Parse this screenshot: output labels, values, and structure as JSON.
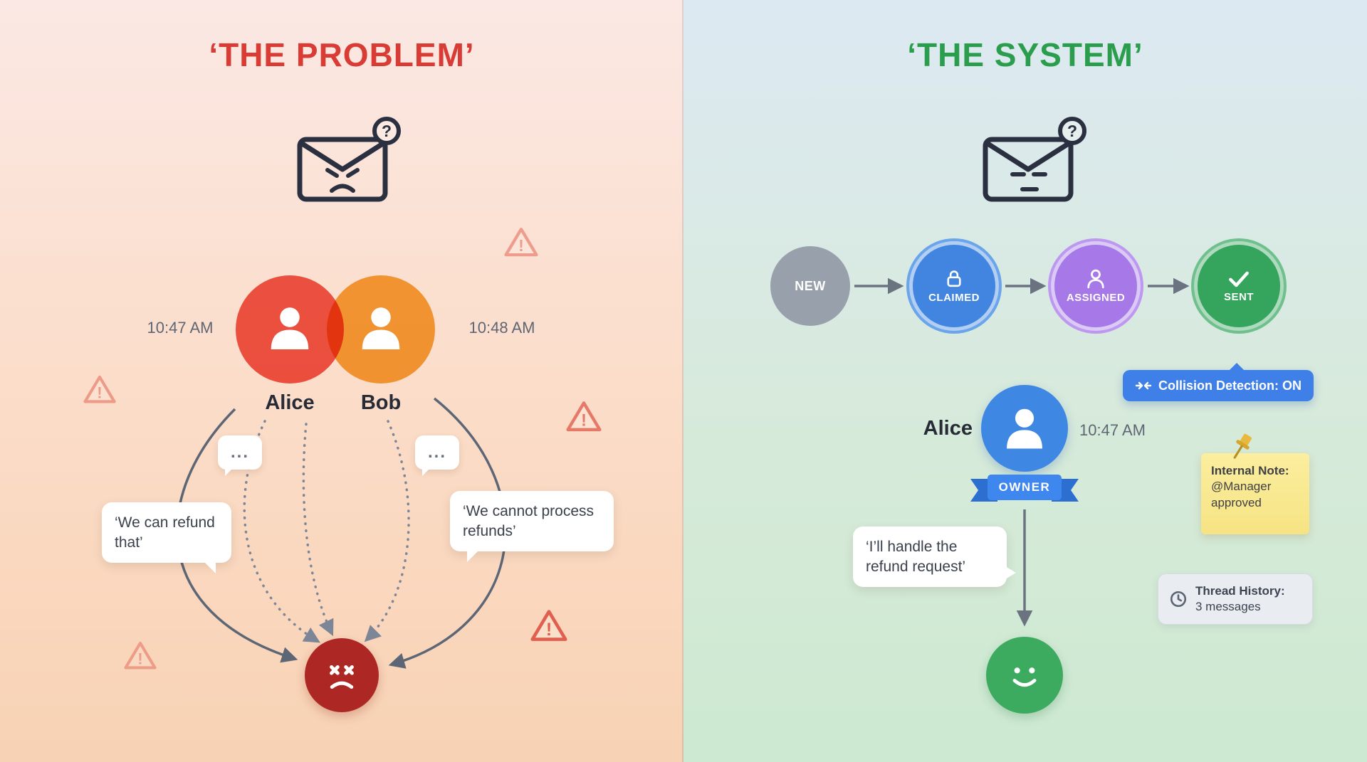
{
  "icons": {
    "qmark": "?",
    "warn": "!"
  },
  "left": {
    "title": "‘THE PROBLEM’",
    "alice": {
      "name": "Alice",
      "time": "10:47 AM",
      "typing": "...",
      "message": "‘We can refund that’"
    },
    "bob": {
      "name": "Bob",
      "time": "10:48 AM",
      "typing": "...",
      "message": "‘We cannot process refunds’"
    }
  },
  "right": {
    "title": "‘THE SYSTEM’",
    "stages": [
      {
        "label": "NEW"
      },
      {
        "label": "CLAIMED"
      },
      {
        "label": "ASSIGNED"
      },
      {
        "label": "SENT"
      }
    ],
    "collision_badge": "Collision Detection: ON",
    "owner": {
      "name": "Alice",
      "time": "10:47 AM",
      "badge": "OWNER",
      "message": "‘I’ll handle the refund request’"
    },
    "note": {
      "title": "Internal Note:",
      "body": "@Manager approved"
    },
    "history": {
      "title": "Thread History:",
      "body": "3 messages"
    }
  },
  "colors": {
    "problem_accent": "#d93b35",
    "system_accent": "#2b9e4d",
    "stage_new": "#98a0ab",
    "stage_claimed": "#4185e0",
    "stage_assigned": "#a678e8",
    "stage_sent": "#35a45c",
    "owner_blue": "#3d87ee",
    "error_red": "#ad2824",
    "success_green": "#3cab60"
  }
}
